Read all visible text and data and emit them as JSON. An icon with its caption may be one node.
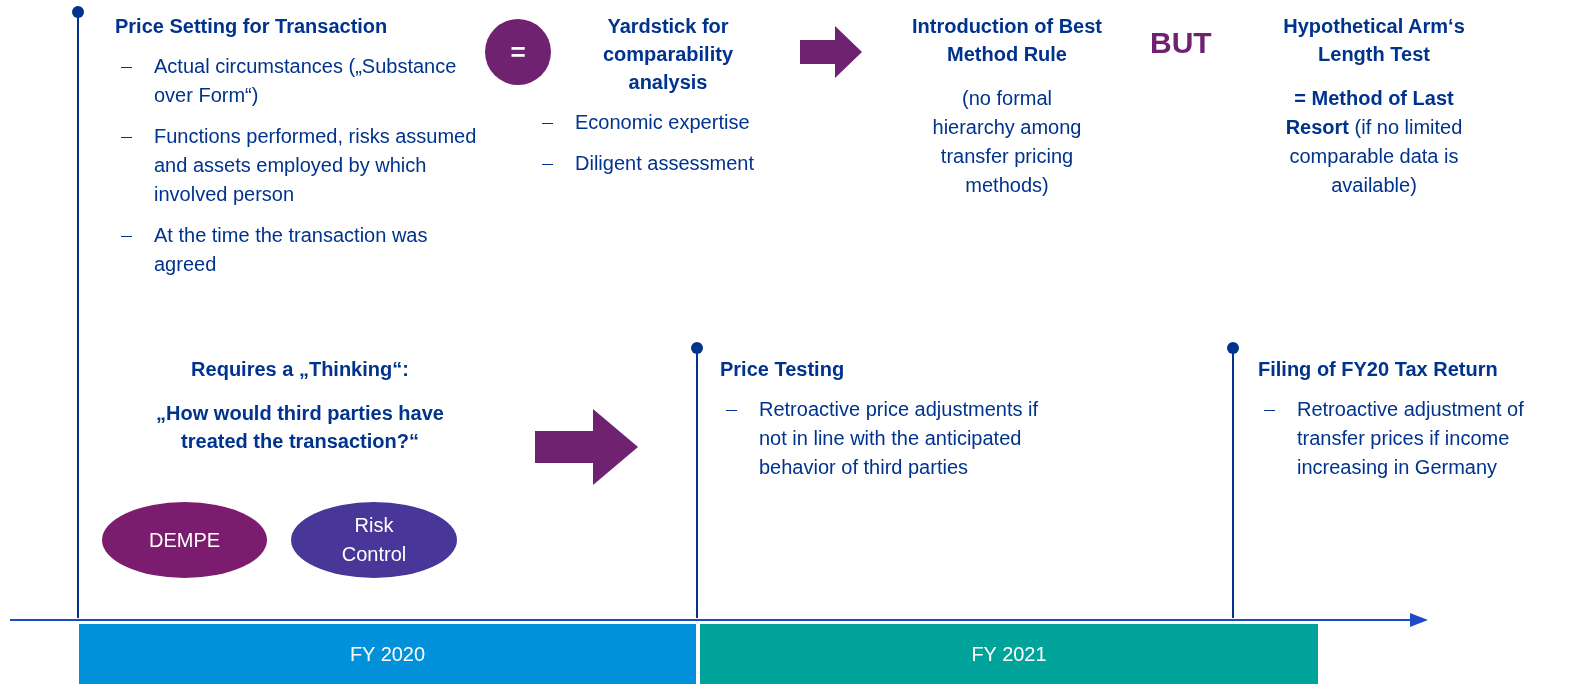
{
  "diagram": {
    "nodes": [
      {
        "text": [
          "Price Setting for Transaction",
          "Actual circumstances („Substance over Form“)",
          "Functions performed, risks assumed and assets employed by which involved person",
          "At the time the transaction was agreed"
        ]
      },
      {
        "text": [
          "="
        ]
      },
      {
        "text": [
          "Yardstick for comparability analysis",
          "Economic expertise",
          "Diligent assessment"
        ]
      },
      {
        "text": [
          "Introduction of Best Method Rule",
          "(no formal hierarchy among transfer pricing methods)"
        ]
      },
      {
        "text": [
          "Hypothetical Arm‘s Length Test",
          "**= Method of Last Resort** (if no limited comparable data is available)"
        ]
      },
      {
        "text": [
          "Requires a „Thinking“:",
          "„How would third parties have treated the transaction?“"
        ]
      },
      {
        "text": [
          "DEMPE"
        ]
      },
      {
        "text": [
          "Risk Control"
        ]
      },
      {
        "text": [
          "Price Testing",
          "Retroactive price adjustments if not in line with the anticipated behavior of third parties"
        ]
      },
      {
        "text": [
          "Filing of FY20 Tax Return",
          "Retroactive adjustment of transfer prices if income increasing in Germany"
        ]
      },
      {
        "text": [
          "FY 2020"
        ]
      },
      {
        "text": [
          "FY 2021"
        ]
      }
    ],
    "edges": [
      {
        "from": 2,
        "to": 3,
        "arrow": "to",
        "style": "thick"
      },
      {
        "from": 5,
        "to": 8,
        "arrow": "to",
        "style": "thick"
      }
    ],
    "labels": [
      "BUT"
    ]
  }
}
